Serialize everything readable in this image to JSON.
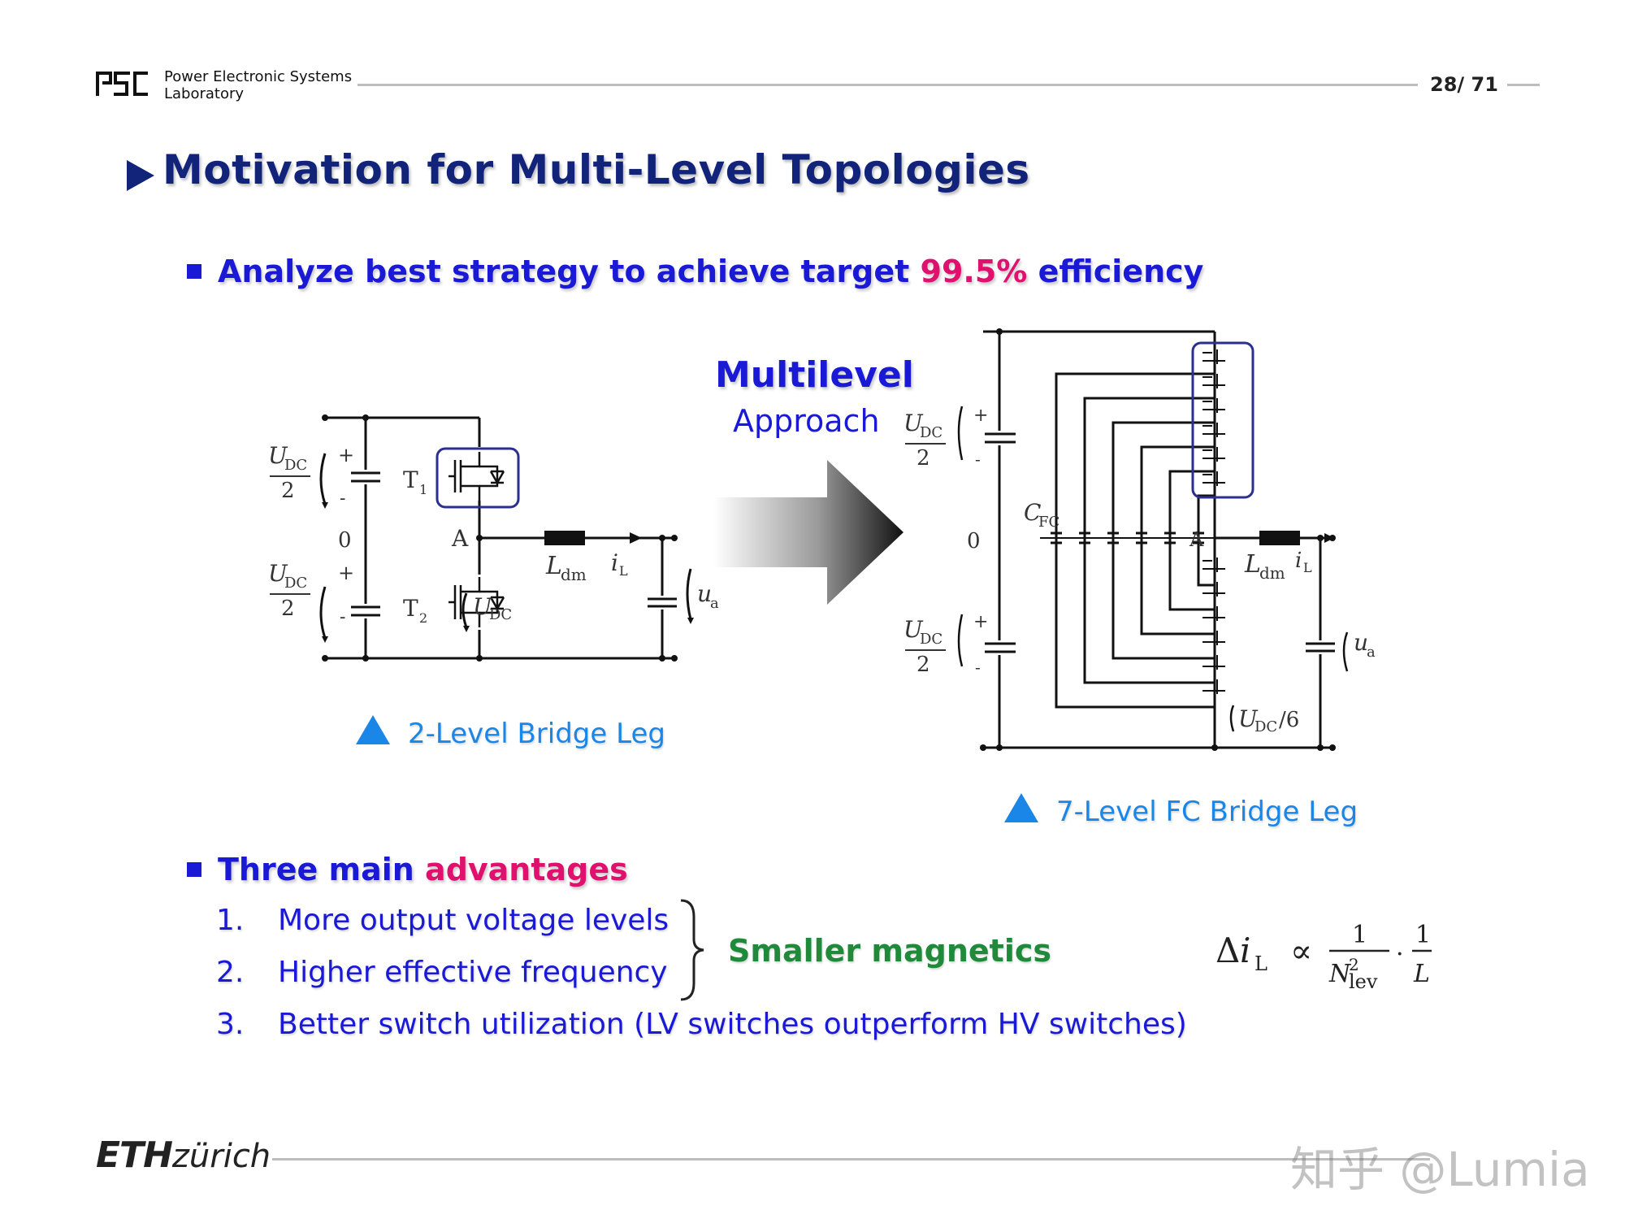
{
  "header": {
    "lab_line1": "Power Electronic Systems",
    "lab_line2": "Laboratory",
    "page_number": "28/ 71"
  },
  "title": "Motivation for Multi-Level Topologies",
  "bullet1": {
    "prefix": "Analyze best strategy to achieve target ",
    "highlight": "99.5%",
    "suffix": " efficiency"
  },
  "diagram_left": {
    "caption": "2-Level Bridge Leg"
  },
  "arrow": {
    "line1": "Multilevel",
    "line2": "Approach"
  },
  "diagram_right": {
    "caption": "7-Level FC Bridge Leg"
  },
  "bullet2": {
    "prefix": "Three main ",
    "highlight": "advantages"
  },
  "advantages": [
    {
      "num": "1.",
      "text": "More output voltage levels"
    },
    {
      "num": "2.",
      "text": "Higher effective frequency"
    },
    {
      "num": "3.",
      "text": "Better switch utilization (LV switches outperform HV switches)"
    }
  ],
  "brace_label": "Smaller magnetics",
  "footer": {
    "eth": "ETH",
    "zurich": "zürich",
    "watermark": "知乎 @Lumia"
  },
  "colors": {
    "title": "#12237a",
    "bullet": "#1a1ad6",
    "highlight": "#e0106e",
    "caption": "#1a86e8",
    "green": "#1f8a3a"
  }
}
